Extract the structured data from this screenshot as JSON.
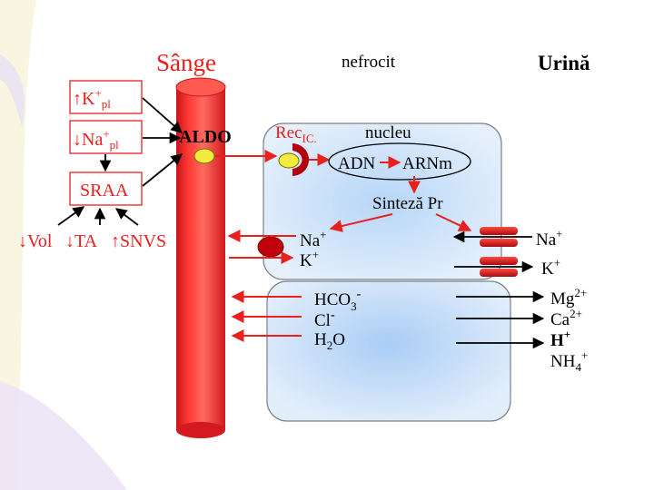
{
  "headers": {
    "blood": "Sânge",
    "nephrocyte": "nefrocit",
    "urine": "Urină"
  },
  "left_boxes": {
    "k_arrow": "↑",
    "k_base": "K",
    "k_sup": "+",
    "k_sub": "pl",
    "na_arrow": "↓",
    "na_base": "Na",
    "na_sup": "+",
    "na_sub": "pl",
    "sraa": "SRAA"
  },
  "stimuli": {
    "vol": "↓Vol",
    "ta": "↓TA",
    "snvs": "↑SNVS"
  },
  "aldo": "ALDO",
  "receptor": {
    "base": "Rec",
    "sub": "IC."
  },
  "nucleus": {
    "label": "nucleu",
    "adn": "ADN",
    "arnm": "ARNm",
    "protein_synthesis": "Sinteză Pr"
  },
  "cell_ions": {
    "na_base": "Na",
    "na_sup": "+",
    "k_base": "K",
    "k_sup": "+"
  },
  "lumen_ions": {
    "na_base": "Na",
    "na_sup": "+",
    "k_base": "K",
    "k_sup": "+"
  },
  "lower_cell": {
    "hco3_base": "HCO",
    "hco3_sub": "3",
    "hco3_sup": "-",
    "cl_base": "Cl",
    "cl_sup": "-",
    "h2o_h": "H",
    "h2o_sub": "2",
    "h2o_o": "O"
  },
  "excreted": {
    "mg_base": "Mg",
    "mg_sup": "2+",
    "ca_base": "Ca",
    "ca_sup": "2+",
    "h_base": "H",
    "h_sup": "+",
    "nh4_base": "NH",
    "nh4_sub": "4",
    "nh4_sup": "+"
  },
  "colors": {
    "red": "#e8201e",
    "dark_red": "#b00000",
    "yellow": "#f4ec3c",
    "cell_fill": "#d8e8fa",
    "cell_stroke": "#7a8088"
  }
}
